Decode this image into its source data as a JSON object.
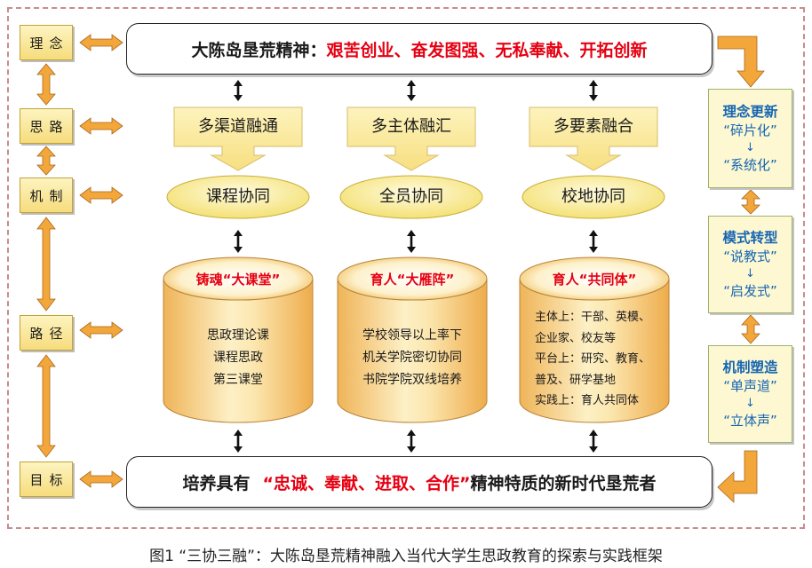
{
  "left_column": {
    "items": [
      {
        "label": "理念"
      },
      {
        "label": "思路"
      },
      {
        "label": "机制"
      },
      {
        "label": "路径"
      },
      {
        "label": "目标"
      }
    ]
  },
  "spirit_banner": {
    "prefix": "大陈岛垦荒精神：",
    "highlight": "艰苦创业、奋发图强、无私奉献、开拓创新"
  },
  "columns": [
    {
      "integration": "多渠道融通",
      "synergy": "课程协同",
      "cylinder_title": "铸魂“大课堂”",
      "lines": [
        "思政理论课",
        "课程思政",
        "第三课堂"
      ]
    },
    {
      "integration": "多主体融汇",
      "synergy": "全员协同",
      "cylinder_title": "育人“大雁阵”",
      "lines": [
        "学校领导以上率下",
        "机关学院密切协同",
        "书院学院双线培养"
      ]
    },
    {
      "integration": "多要素融合",
      "synergy": "校地协同",
      "cylinder_title": "育人“共同体”",
      "lines": [
        "主体上：干部、英模、",
        "企业家、校友等",
        "平台上：研究、教育、",
        "普及、研学基地",
        "实践上：育人共同体"
      ]
    }
  ],
  "goal_banner": {
    "prefix": "培养具有",
    "highlight": "“忠诚、奉献、进取、合作”",
    "suffix": "精神特质的新时代垦荒者"
  },
  "right_column": [
    {
      "title": "理念更新",
      "from": "“碎片化”",
      "arrow": "↓",
      "to": "“系统化”"
    },
    {
      "title": "模式转型",
      "from": "“说教式”",
      "arrow": "↓",
      "to": "“启发式”"
    },
    {
      "title": "机制塑造",
      "from": "“单声道”",
      "arrow": "↓",
      "to": "“立体声”"
    }
  ],
  "caption": "图1  “三协三融”：大陈岛垦荒精神融入当代大学生思政教育的探索与实践框架",
  "colors": {
    "highlight_red": "#e60012",
    "right_text_blue": "#1665b2",
    "box_yellow": "#f6dc7c",
    "arrow_orange": "#f3a63a",
    "frame_dashed": "#c98c8c"
  }
}
